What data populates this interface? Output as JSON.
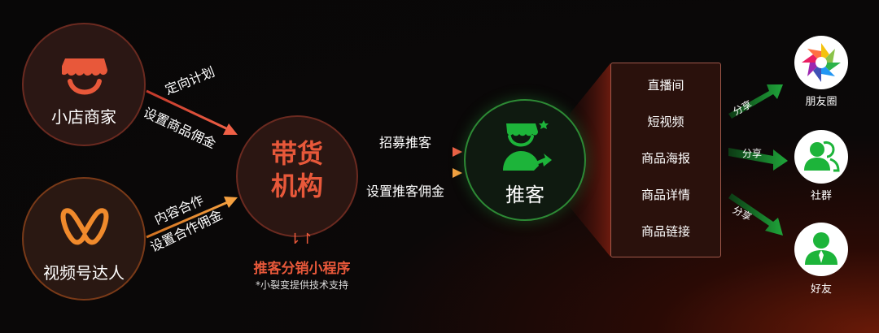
{
  "nodes": {
    "merchant": "小店商家",
    "creator": "视频号达人",
    "agency_line1": "带货",
    "agency_line2": "机构",
    "promoter": "推客"
  },
  "edges": {
    "merchant_line1": "定向计划",
    "merchant_line2": "设置商品佣金",
    "creator_line1": "内容合作",
    "creator_line2": "设置合作佣金",
    "recruit": "招募推客",
    "set_commission": "设置推客佣金"
  },
  "mini_program": {
    "arrows": "⇂↾",
    "title": "推客分销小程序",
    "note": "*小裂变提供技术支持"
  },
  "channels": [
    "直播间",
    "短视频",
    "商品海报",
    "商品详情",
    "商品链接"
  ],
  "share_label": "分享",
  "destinations": [
    "朋友圈",
    "社群",
    "好友"
  ],
  "colors": {
    "accent_red": "#e8583a",
    "accent_orange": "#f08a2c",
    "wechat_green": "#1db43a"
  }
}
